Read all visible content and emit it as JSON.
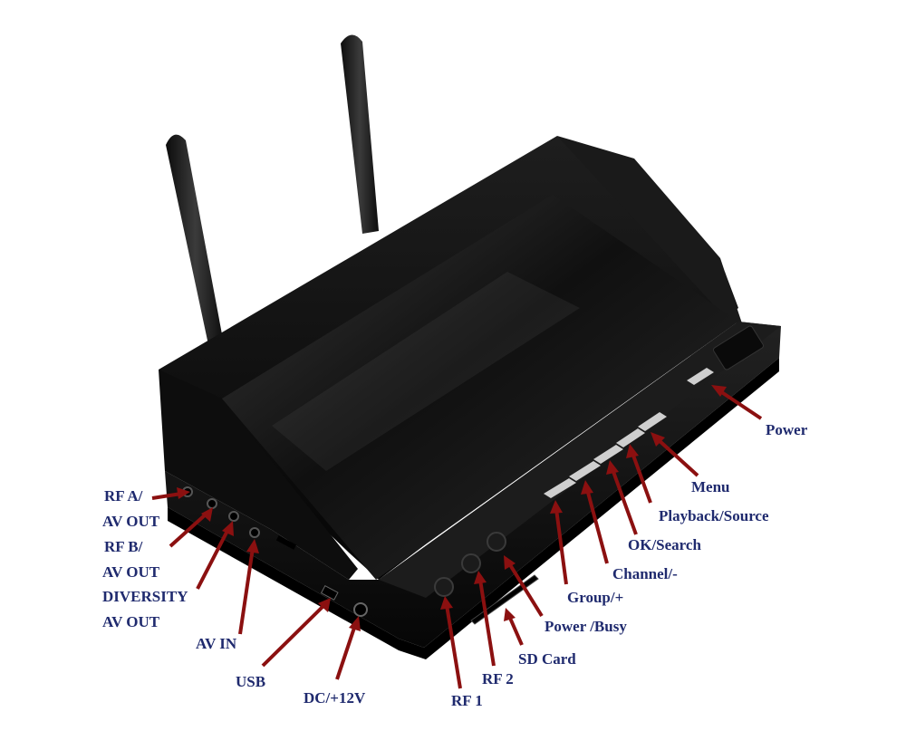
{
  "colors": {
    "label": "#1f2a6e",
    "arrow": "#8b1010",
    "device": "#141414"
  },
  "labels": {
    "power": "Power",
    "menu": "Menu",
    "playback_source": "Playback/Source",
    "ok_search": "OK/Search",
    "channel_minus": "Channel/-",
    "group_plus": "Group/+",
    "power_busy": "Power /Busy",
    "sd_card": "SD Card",
    "rf2": "RF 2",
    "rf1": "RF 1",
    "dc_12v": "DC/+12V",
    "usb": "USB",
    "av_in": "AV IN",
    "rfa_line1": "RF A/",
    "rfa_line2": "AV OUT",
    "rfb_line1": "RF B/",
    "rfb_line2": "AV OUT",
    "div_line1": "DIVERSITY",
    "div_line2": "AV OUT"
  }
}
